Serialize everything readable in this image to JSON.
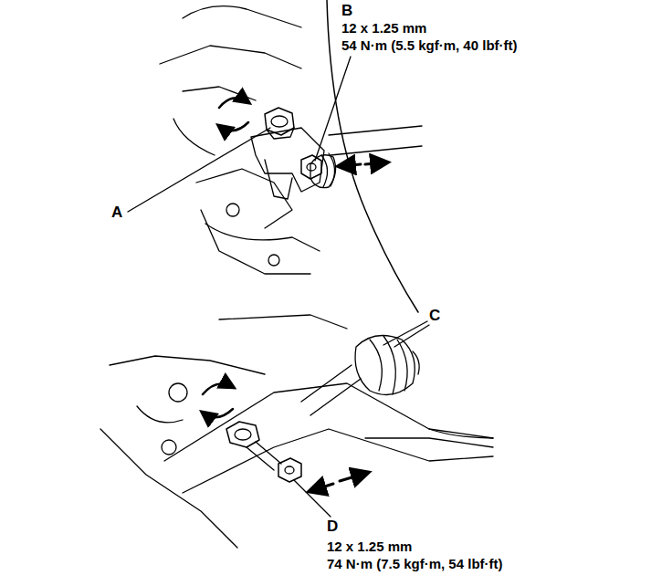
{
  "diagram": {
    "labels": [
      "B",
      "12 x 1.25 mm",
      "54 N·m (5.5 kgf·m, 40 lbf·ft)",
      "A",
      "C",
      "D",
      "12 x 1.25 mm",
      "74 N·m (7.5 kgf·m, 54 lbf·ft)"
    ]
  }
}
